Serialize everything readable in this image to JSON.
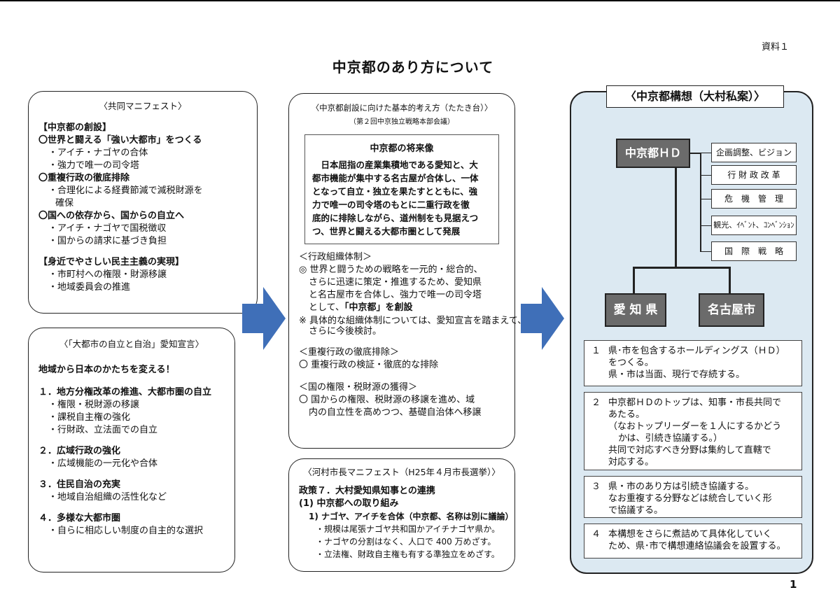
{
  "doc_label": "資料１",
  "page_title": "中京都のあり方について",
  "page_number": "1",
  "joint_manifesto": {
    "title": "〈共同マニフェスト〉",
    "section1_head": "【中京都の創設】",
    "lines1": [
      "〇世界と闘える「強い大都市」をつくる",
      "・アイチ・ナゴヤの合体",
      "・強力で唯一の司令塔",
      "〇重複行政の徹底排除",
      "・合理化による経費節減で減税財源を",
      "確保",
      "〇国への依存から、国からの自立へ",
      "・アイチ・ナゴヤで国税徴収",
      "・国からの請求に基づき負担"
    ],
    "section2_head": "【身近でやさしい民主主義の実現】",
    "lines2": [
      "・市町村への権限・財源移譲",
      "・地域委員会の推進"
    ]
  },
  "aichi_declaration": {
    "title": "〈「大都市の自立と自治」愛知宣言〉",
    "lead": "地域から日本のかたちを変える！",
    "h1": "１．地方分権改革の推進、大都市圏の自立",
    "h1_items": [
      "・権限・税財源の移譲",
      "・課税自主権の強化",
      "・行財政、立法面での自立"
    ],
    "h2": "２．広域行政の強化",
    "h2_items": [
      "・広域機能の一元化や合体"
    ],
    "h3": "３．住民自治の充実",
    "h3_items": [
      "・地域自治組織の活性化など"
    ],
    "h4": "４．多様な大都市圏",
    "h4_items": [
      "・自らに相応しい制度の自主的な選択"
    ]
  },
  "basic_approach": {
    "title": "〈中京都創設に向けた基本的考え方（たたき台）〉",
    "subtitle": "（第２回中京独立戦略本部会議）",
    "vision_title": "中京都の将来像",
    "vision_lines": [
      "　日本屈指の産業集積地である愛知と、大",
      "都市機能が集中する名古屋が合体し、一体",
      "となって自立・独立を果たすとともに、強",
      "力で唯一の司令塔のもとに二重行政を徹",
      "底的に排除しながら、道州制をも見据えつ",
      "つ、世界と闘える大都市圏として発展"
    ],
    "admin_head": "＜行政組織体制＞",
    "admin_lines": [
      "◎ 世界と闘うための戦略を一元的・総合的、",
      "さらに迅速に策定・推進するため、愛知県",
      "と名古屋市を合体し、強力で唯一の司令塔",
      "として、"
    ],
    "admin_bold": "「中京都」を創設",
    "admin_note1": "※ 具体的な組織体制については、愛知宣言を踏まえて、",
    "admin_note2": "さらに今後検討。",
    "dup_head": "＜重複行政の徹底排除＞",
    "dup_line": "〇 重複行政の検証・徹底的な排除",
    "tax_head": "＜国の権限・税財源の獲得＞",
    "tax_lines": [
      "〇 国からの権限、税財源の移譲を進め、域",
      "内の自立性を高めつつ、基礎自治体へ移譲"
    ]
  },
  "kawamura_manifesto": {
    "title": "〈河村市長マニフェスト（H25年４月市長選挙）〉",
    "policy": "政策７．大村愛知県知事との連携",
    "sub1": "(1) 中京都への取り組み",
    "sub2": "1) ナゴヤ、アイチを合体（中京都、名称は別に議論）",
    "items": [
      "・規模は尾張ナゴヤ共和国かアイチナゴヤ県か。",
      "・ナゴヤの分割はなく、人口で 400 万めざす。",
      "・立法権、財政自主権も有する準独立をめざす。"
    ]
  },
  "chukyo_plan": {
    "title": "〈中京都構想（大村私案）〉",
    "hd_label": "中京都ＨＤ",
    "departments": [
      "企画調整、ビジョン",
      "行 財 政 改 革",
      "危　機　管　理",
      "観光、ｲﾍﾞﾝﾄ、ｺﾝﾍﾞﾝｼｮﾝ",
      "国　際　戦　略"
    ],
    "aichi_label": "愛 知 県",
    "nagoya_label": "名古屋市",
    "items": [
      {
        "num": "１",
        "lines": [
          "県･市を包含するホールディングス（ＨＤ）",
          "をつくる。",
          "県・市は当面、現行で存続する。"
        ]
      },
      {
        "num": "２",
        "lines": [
          "中京都ＨＤのトップは、知事・市長共同で",
          "あたる。",
          "（なおトップリーダーを１人にするかどう",
          "かは、引続き協議する。）",
          "共同で対応すべき分野は集約して直轄で",
          "対応する。"
        ]
      },
      {
        "num": "３",
        "lines": [
          "県・市のあり方は引続き協議する。",
          "なお重複する分野などは統合していく形",
          "で協議する。"
        ]
      },
      {
        "num": "４",
        "lines": [
          "本構想をさらに煮詰めて具体化していく",
          "ため、県･市で構想連絡協議会を設置する。"
        ]
      }
    ]
  }
}
